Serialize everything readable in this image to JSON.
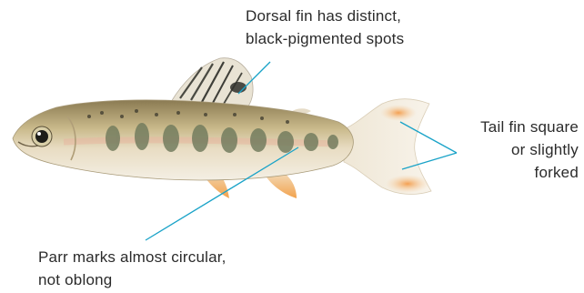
{
  "annotations": {
    "dorsal_fin": {
      "lines": [
        "Dorsal fin has distinct,",
        "black-pigmented spots"
      ]
    },
    "tail_fin": {
      "lines": [
        "Tail fin square",
        "or slightly",
        "forked"
      ]
    },
    "parr_marks": {
      "lines": [
        "Parr marks almost circular,",
        "not oblong"
      ]
    }
  },
  "colors": {
    "leader_line": "#1aa3c8",
    "label_text": "#2b2b2b"
  }
}
